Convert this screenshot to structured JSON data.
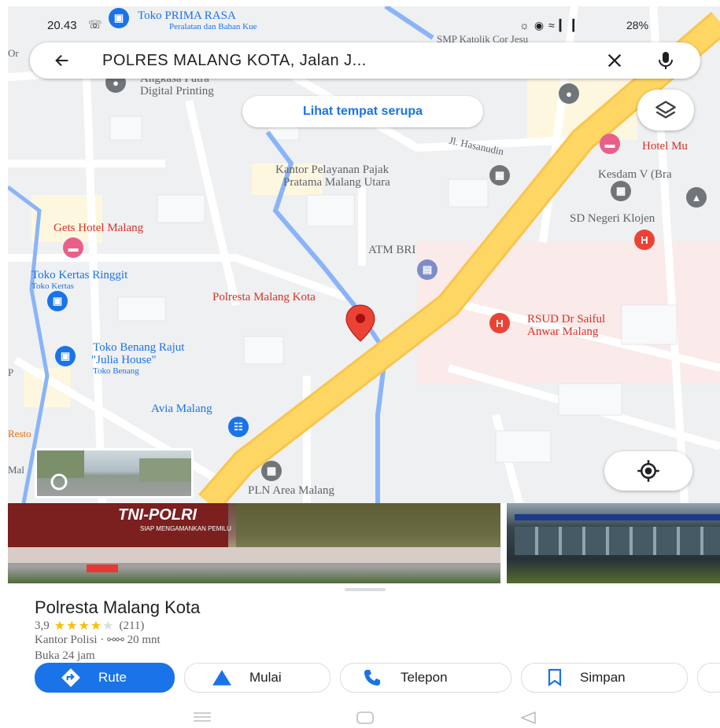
{
  "status_bar": {
    "time": "20.43",
    "battery": "28%"
  },
  "search": {
    "query": "POLRES MALANG KOTA, Jalan J..."
  },
  "similar_chip": "Lihat tempat serupa",
  "map_labels": {
    "toko_prima": "Toko PRIMA RASA",
    "toko_prima_sub": "Peralatan dan Bahan Kue",
    "smp": "SMP Katolik Cor Jesu",
    "angkasa_1": "Angkasa Putra",
    "angkasa_2": "Digital Printing",
    "hasanudin": "Jl. Hasanudin",
    "hotel_mu": "Hotel Mu",
    "kantor_pajak_1": "Kantor Pelayanan Pajak",
    "kantor_pajak_2": "Pratama Malang Utara",
    "kesdam": "Kesdam V (Bra",
    "gets_hotel": "Gets Hotel Malang",
    "sd_negeri": "SD Negeri Klojen",
    "atm_bri": "ATM BRI",
    "toko_kertas": "Toko Kertas Ringgit",
    "toko_kertas_sub": "Toko Kertas",
    "polresta": "Polresta Malang Kota",
    "rsud_1": "RSUD Dr Saiful",
    "rsud_2": "Anwar Malang",
    "toko_benang_1": "Toko Benang Rajut",
    "toko_benang_2": "\"Julia House\"",
    "toko_benang_sub": "Toko Benang",
    "avia": "Avia Malang",
    "resto": "Resto",
    "pln": "PLN Area Malang",
    "mal": "Mal",
    "or": "Or",
    "p": "P"
  },
  "place": {
    "name": "Polresta Malang Kota",
    "rating": "3,9",
    "stars": 3.9,
    "reviews": "(211)",
    "category": "Kantor Polisi",
    "travel": "20 mnt",
    "hours": "Buka 24 jam"
  },
  "photo_text": {
    "banner": "TNI-POLRI",
    "banner_sub": "SIAP MENGAMANKAN PEMILU"
  },
  "actions": {
    "route": "Rute",
    "start": "Mulai",
    "call": "Telepon",
    "save": "Simpan"
  },
  "colors": {
    "accent": "#1a73e8",
    "pin": "#ea4335",
    "road": "#fdd663",
    "star": "#fbbc04"
  }
}
